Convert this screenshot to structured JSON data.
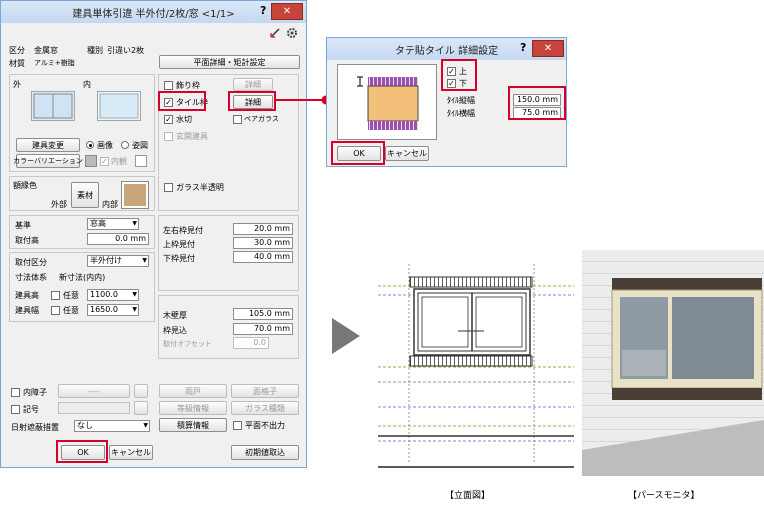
{
  "main_dialog": {
    "title": "建具単体引違 半外付/2枚/窓 <1/1>",
    "help": "?",
    "close": "✕",
    "kubun_label": "区分",
    "kubun_value": "金属窓",
    "shubetsu_label": "種別",
    "shubetsu_value": "引違い2枚",
    "zaishitsu_label": "材質",
    "zaishitsu_value": "アルミ+樹脂",
    "plan_detail_button": "平面詳細・矩計設定",
    "outside_label": "外",
    "inside_label": "内",
    "change_fitting_button": "建具変更",
    "radio_image": "画像",
    "radio_figure": "姿図",
    "color_variation_button": "カラーバリエーション",
    "inner_view": "内観",
    "check_kazari": "飾り枠",
    "check_tile": "タイル枠",
    "check_mizukiri": "水切",
    "check_pair_glass": "ペアガラス",
    "check_genkan": "玄関建具",
    "check_glass_semi": "ガラス半透明",
    "detail_button_1": "詳細",
    "detail_button_2": "詳細",
    "frame_color_label": "額縁色",
    "outside_part": "外部",
    "material_button": "素材",
    "inside_part": "内部",
    "kijun_label": "基準",
    "kijun_value": "窓高",
    "toritsukedaka_label": "取付高",
    "toritsukedaka_value": "0.0 mm",
    "toritsuke_kubun_label": "取付区分",
    "toritsuke_kubun_value": "半外付け",
    "sunpou_label": "寸法体系",
    "sunpou_value": "新寸法(内内)",
    "height_label": "建具高",
    "height_check": "任意",
    "height_value": "1100.0",
    "width_label": "建具幅",
    "width_check": "任意",
    "width_value": "1650.0",
    "lr_frame_label": "左右枠見付",
    "lr_frame_value": "20.0 mm",
    "top_frame_label": "上枠見付",
    "top_frame_value": "30.0 mm",
    "bottom_frame_label": "下枠見付",
    "bottom_frame_value": "40.0 mm",
    "wall_thickness_label": "木壁厚",
    "wall_thickness_value": "105.0 mm",
    "frame_depth_label": "枠見込",
    "frame_depth_value": "70.0 mm",
    "offset_label": "取付オフセット",
    "offset_value": "0.0",
    "inner_shoji_label": "内障子",
    "inner_shoji_value": "----",
    "symbol_label": "記号",
    "amado_button": "雨戸",
    "menkoushi_button": "面格子",
    "seal_info_button": "等級情報",
    "glass_type_button": "ガラス種類",
    "sekisan_button": "積算情報",
    "plan_no_output_check": "平面不出力",
    "shade_label": "日射遮蔽措置",
    "shade_value": "なし",
    "ok_button": "OK",
    "cancel_button": "キャンセル",
    "initial_button": "初期値取込"
  },
  "tile_dialog": {
    "title": "タテ貼タイル 詳細設定",
    "help": "?",
    "close": "✕",
    "check_top": "上",
    "check_bottom": "下",
    "tile_height_label": "ﾀｲﾙ縦幅",
    "tile_height_value": "150.0 mm",
    "tile_width_label": "ﾀｲﾙ横幅",
    "tile_width_value": "75.0 mm",
    "ok_button": "OK",
    "cancel_button": "キャンセル"
  },
  "captions": {
    "elevation": "【立面図】",
    "perspective": "【パースモニタ】"
  },
  "colors": {
    "highlight": "#d6002a",
    "tile_purple": "#9b4fb0",
    "tile_orange": "#f2c07a",
    "frame_swatch": "#c9a57c",
    "wall": "#ececec"
  }
}
